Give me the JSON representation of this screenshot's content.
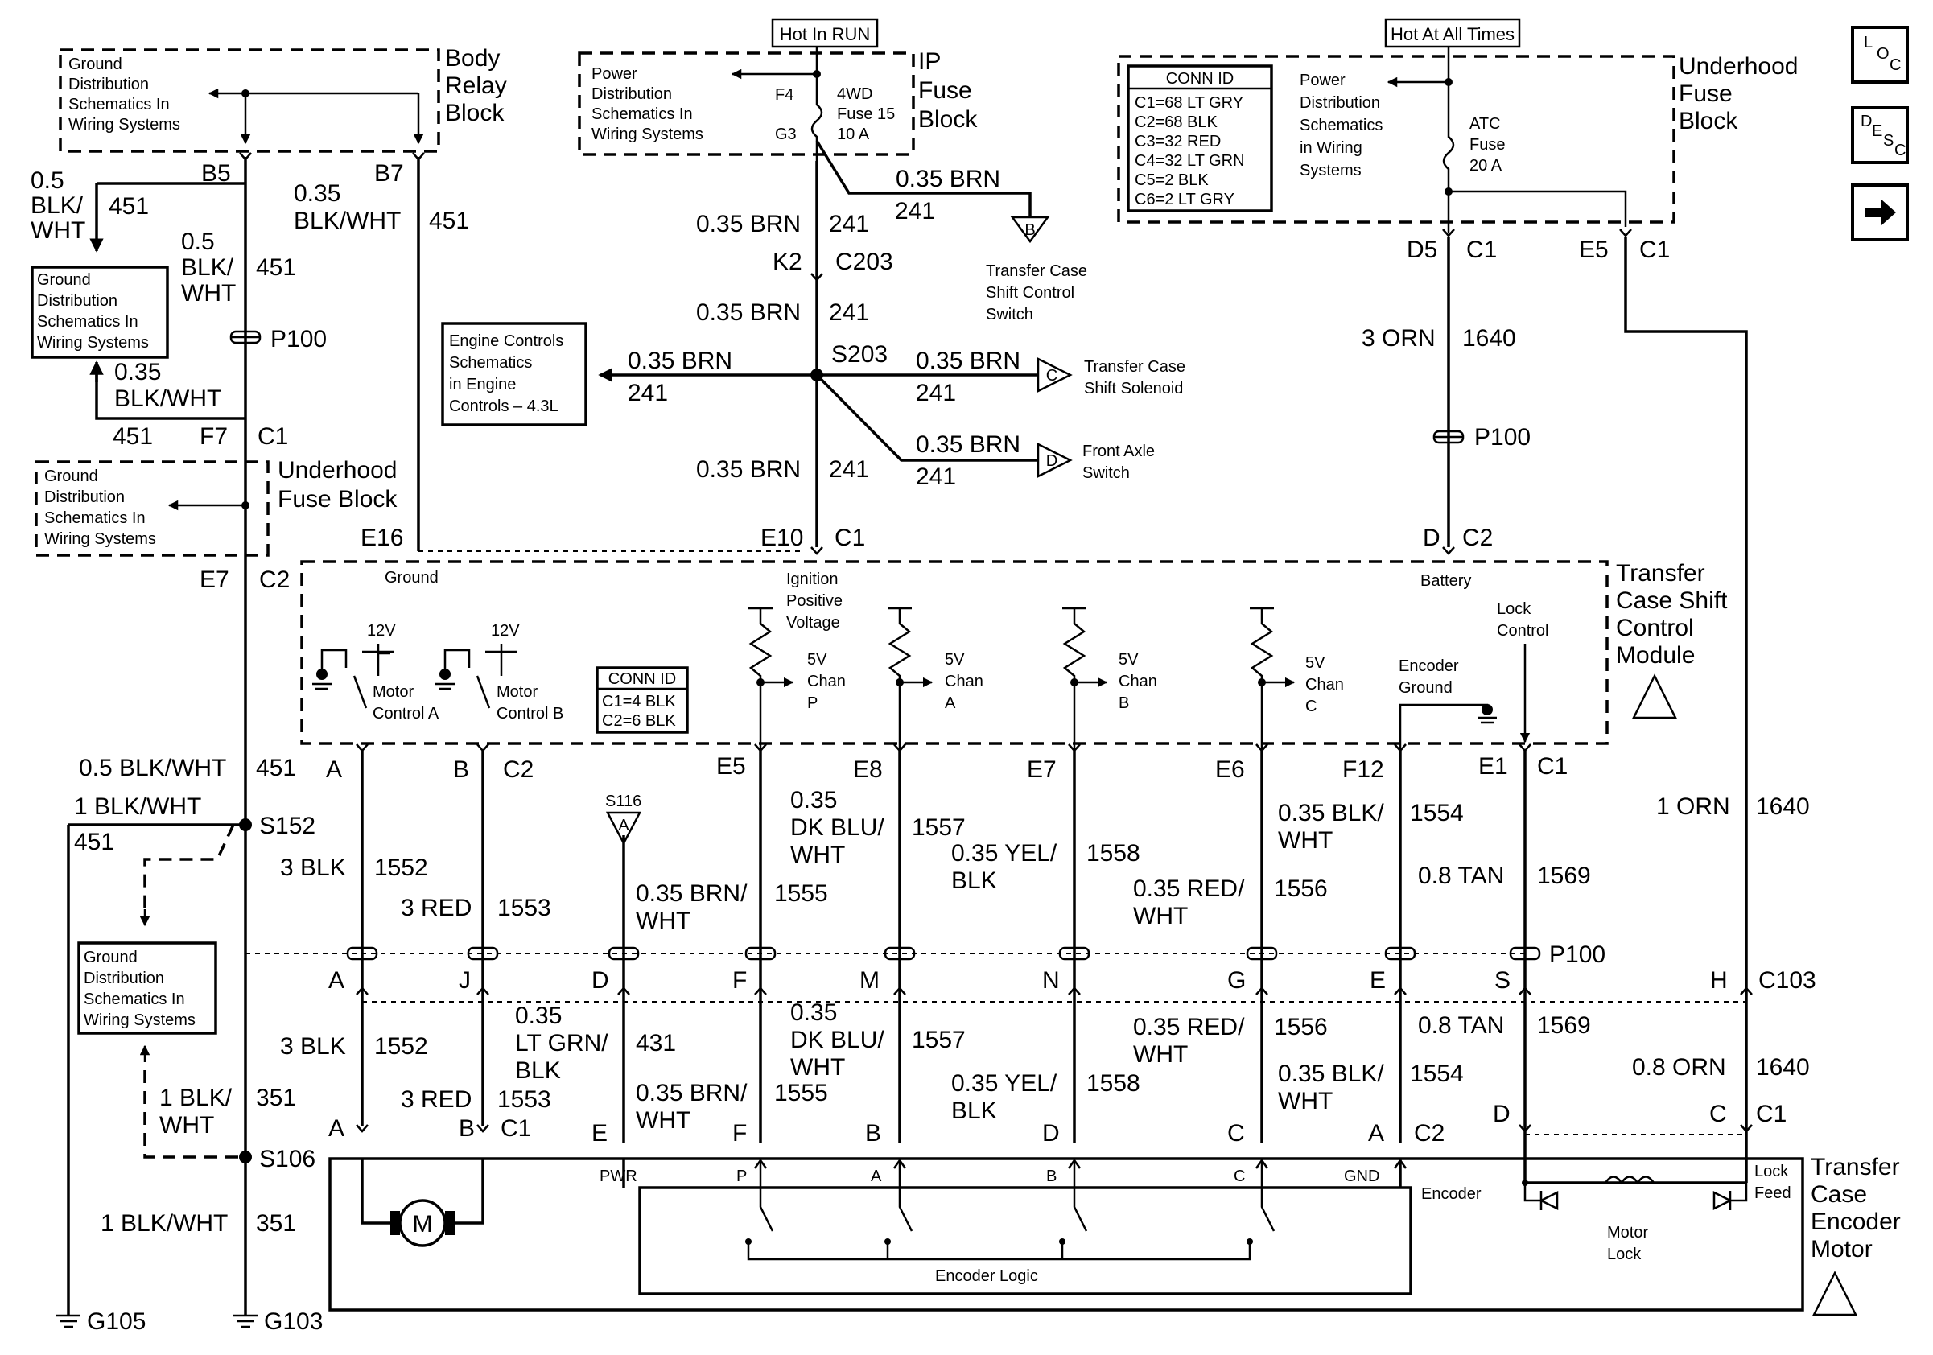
{
  "headers": {
    "hot_run": "Hot In RUN",
    "hot_all": "Hot At All Times"
  },
  "blocks": {
    "body_relay": [
      "Body",
      "Relay",
      "Block"
    ],
    "ip_fuse": [
      "IP",
      "Fuse",
      "Block"
    ],
    "underhood_right": [
      "Underhood",
      "Fuse",
      "Block"
    ],
    "underhood_left": [
      "Underhood",
      "Fuse Block"
    ],
    "tccm": [
      "Transfer",
      "Case Shift",
      "Control",
      "Module"
    ],
    "encoder_motor": [
      "Transfer",
      "Case",
      "Encoder",
      "Motor"
    ]
  },
  "ref_boxes": {
    "gd1": [
      "Ground",
      "Distribution",
      "Schematics In",
      "Wiring Systems"
    ],
    "gd2": [
      "Ground",
      "Distribution",
      "Schematics In",
      "Wiring Systems"
    ],
    "gd3": [
      "Ground",
      "Distribution",
      "Schematics In",
      "Wiring Systems"
    ],
    "gd4": [
      "Ground",
      "Distribution",
      "Schematics In",
      "Wiring Systems"
    ],
    "pd_ip": [
      "Power",
      "Distribution",
      "Schematics In",
      "Wiring Systems"
    ],
    "pd_uh": [
      "Power",
      "Distribution",
      "Schematics",
      "in Wiring",
      "Systems"
    ],
    "engine": [
      "Engine Controls",
      "Schematics",
      "in Engine",
      "Controls – 4.3L"
    ]
  },
  "conn_id_top": {
    "title": "CONN ID",
    "rows": [
      "C1=68 LT GRY",
      "C2=68 BLK",
      "C3=32 RED",
      "C4=32 LT GRN",
      "C5=2 BLK",
      "C6=2 LT GRY"
    ]
  },
  "conn_id_module": {
    "title": "CONN ID",
    "rows": [
      "C1=4 BLK",
      "C2=6 BLK"
    ]
  },
  "fuses": {
    "f4wd": [
      "4WD",
      "Fuse 15",
      "10 A"
    ],
    "atc": [
      "ATC",
      "Fuse",
      "20 A"
    ]
  },
  "destinations": {
    "b": [
      "Transfer Case",
      "Shift Control",
      "Switch"
    ],
    "c": [
      "Transfer Case",
      "Shift Solenoid"
    ],
    "d": [
      "Front Axle",
      "Switch"
    ]
  },
  "module_labels": {
    "ground": "Ground",
    "battery": "Battery",
    "ignition": [
      "Ignition",
      "Positive",
      "Voltage"
    ],
    "v12": "12V",
    "motor_a": [
      "Motor",
      "Control A"
    ],
    "motor_b": [
      "Motor",
      "Control B"
    ],
    "chan_p": [
      "5V",
      "Chan",
      "P"
    ],
    "chan_a": [
      "5V",
      "Chan",
      "A"
    ],
    "chan_b": [
      "5V",
      "Chan",
      "B"
    ],
    "chan_c": [
      "5V",
      "Chan",
      "C"
    ],
    "enc_ground": [
      "Encoder",
      "Ground"
    ],
    "lock_control": [
      "Lock",
      "Control"
    ]
  },
  "motor_labels": {
    "m": "M",
    "pwr": "PWR",
    "p": "P",
    "a": "A",
    "b": "B",
    "c": "C",
    "gnd": "GND",
    "encoder": "Encoder",
    "encoder_logic": "Encoder Logic",
    "lock_feed": [
      "Lock",
      "Feed"
    ],
    "motor_lock": [
      "Motor",
      "Lock"
    ]
  },
  "grounds": [
    "G105",
    "G103"
  ],
  "labels": [
    {
      "t": "B5"
    },
    {
      "t": "B7"
    },
    {
      "t": "0.5"
    },
    {
      "t": "BLK/"
    },
    {
      "t": "WHT"
    },
    {
      "t": "451"
    },
    {
      "t": "0.5"
    },
    {
      "t": "BLK/"
    },
    {
      "t": "WHT"
    },
    {
      "t": "451"
    },
    {
      "t": "0.35"
    },
    {
      "t": "BLK/WHT"
    },
    {
      "t": "451"
    },
    {
      "t": "P100"
    },
    {
      "t": "0.35"
    },
    {
      "t": "BLK/WHT"
    },
    {
      "t": "451"
    },
    {
      "t": "F7"
    },
    {
      "t": "C1"
    },
    {
      "t": "E16"
    },
    {
      "t": "E7"
    },
    {
      "t": "C2"
    },
    {
      "t": "F4"
    },
    {
      "t": "G3"
    },
    {
      "t": "0.35 BRN"
    },
    {
      "t": "241"
    },
    {
      "t": "0.35 BRN"
    },
    {
      "t": "241"
    },
    {
      "t": "K2"
    },
    {
      "t": "C203"
    },
    {
      "t": "0.35 BRN"
    },
    {
      "t": "241"
    },
    {
      "t": "0.35 BRN"
    },
    {
      "t": "241"
    },
    {
      "t": "S203"
    },
    {
      "t": "0.35 BRN"
    },
    {
      "t": "241"
    },
    {
      "t": "0.35 BRN"
    },
    {
      "t": "241"
    },
    {
      "t": "0.35 BRN"
    },
    {
      "t": "241"
    },
    {
      "t": "E10"
    },
    {
      "t": "C1"
    },
    {
      "t": "D5"
    },
    {
      "t": "C1"
    },
    {
      "t": "E5"
    },
    {
      "t": "C1"
    },
    {
      "t": "3 ORN"
    },
    {
      "t": "1640"
    },
    {
      "t": "P100"
    },
    {
      "t": "D"
    },
    {
      "t": "C2"
    },
    {
      "t": "0.5 BLK/WHT"
    },
    {
      "t": "451"
    },
    {
      "t": "A"
    },
    {
      "t": "B"
    },
    {
      "t": "C2"
    },
    {
      "t": "E5"
    },
    {
      "t": "E8"
    },
    {
      "t": "E7"
    },
    {
      "t": "E6"
    },
    {
      "t": "F12"
    },
    {
      "t": "E1"
    },
    {
      "t": "C1"
    },
    {
      "t": "1 BLK/WHT"
    },
    {
      "t": "451"
    },
    {
      "t": "S152"
    },
    {
      "t": "S116"
    },
    {
      "t": "3 BLK"
    },
    {
      "t": "1552"
    },
    {
      "t": "3 RED"
    },
    {
      "t": "1553"
    },
    {
      "t": "0.35 BRN/"
    },
    {
      "t": "WHT"
    },
    {
      "t": "1555"
    },
    {
      "t": "0.35"
    },
    {
      "t": "DK BLU/"
    },
    {
      "t": "WHT"
    },
    {
      "t": "1557"
    },
    {
      "t": "0.35 YEL/"
    },
    {
      "t": "BLK"
    },
    {
      "t": "1558"
    },
    {
      "t": "0.35 RED/"
    },
    {
      "t": "WHT"
    },
    {
      "t": "1556"
    },
    {
      "t": "0.35 BLK/"
    },
    {
      "t": "WHT"
    },
    {
      "t": "1554"
    },
    {
      "t": "0.8 TAN"
    },
    {
      "t": "1569"
    },
    {
      "t": "1 ORN"
    },
    {
      "t": "1640"
    },
    {
      "t": "P100"
    },
    {
      "t": "A"
    },
    {
      "t": "J"
    },
    {
      "t": "D"
    },
    {
      "t": "F"
    },
    {
      "t": "M"
    },
    {
      "t": "N"
    },
    {
      "t": "G"
    },
    {
      "t": "E"
    },
    {
      "t": "S"
    },
    {
      "t": "H"
    },
    {
      "t": "C103"
    },
    {
      "t": "3 BLK"
    },
    {
      "t": "1552"
    },
    {
      "t": "3 RED"
    },
    {
      "t": "1553"
    },
    {
      "t": "0.35"
    },
    {
      "t": "LT GRN/"
    },
    {
      "t": "BLK"
    },
    {
      "t": "431"
    },
    {
      "t": "0.35 BRN/"
    },
    {
      "t": "WHT"
    },
    {
      "t": "1555"
    },
    {
      "t": "0.35"
    },
    {
      "t": "DK BLU/"
    },
    {
      "t": "WHT"
    },
    {
      "t": "1557"
    },
    {
      "t": "0.35 YEL/"
    },
    {
      "t": "BLK"
    },
    {
      "t": "1558"
    },
    {
      "t": "0.35 RED/"
    },
    {
      "t": "WHT"
    },
    {
      "t": "1556"
    },
    {
      "t": "0.35 BLK/"
    },
    {
      "t": "WHT"
    },
    {
      "t": "1554"
    },
    {
      "t": "0.8 TAN"
    },
    {
      "t": "1569"
    },
    {
      "t": "0.8 ORN"
    },
    {
      "t": "1640"
    },
    {
      "t": "1 BLK/"
    },
    {
      "t": "WHT"
    },
    {
      "t": "351"
    },
    {
      "t": "A"
    },
    {
      "t": "B"
    },
    {
      "t": "C1"
    },
    {
      "t": "E"
    },
    {
      "t": "F"
    },
    {
      "t": "B"
    },
    {
      "t": "D"
    },
    {
      "t": "C"
    },
    {
      "t": "A"
    },
    {
      "t": "C2"
    },
    {
      "t": "D"
    },
    {
      "t": "C"
    },
    {
      "t": "C1"
    },
    {
      "t": "S106"
    },
    {
      "t": "1 BLK/WHT"
    },
    {
      "t": "351"
    }
  ],
  "nav": {
    "loc": [
      "L",
      "O",
      "C"
    ],
    "desc": [
      "D",
      "E",
      "S",
      "C"
    ],
    "next_icon": "arrow-right-icon"
  }
}
